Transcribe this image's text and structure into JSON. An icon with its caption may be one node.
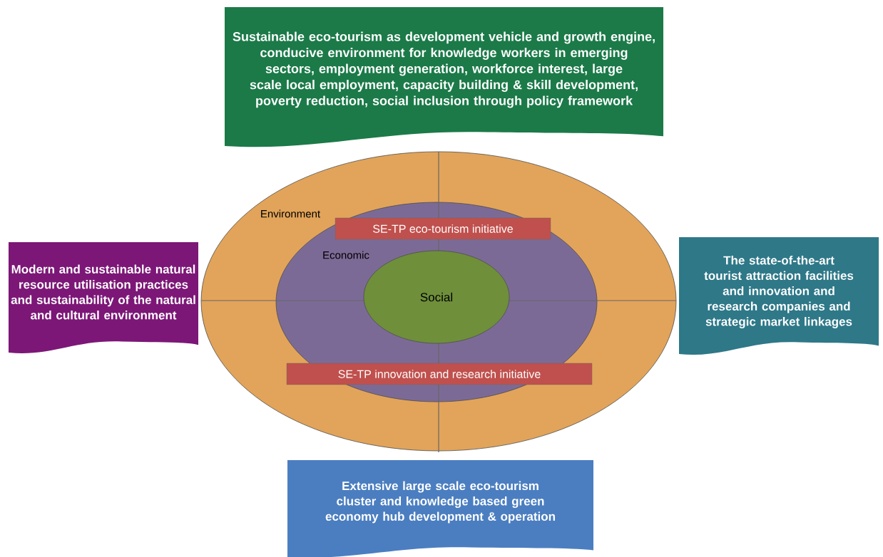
{
  "diagram": {
    "nodes": [
      {
        "text": [
          "Sustainable eco-tourism as development vehicle and growth engine, conducive environment for knowledge workers in emerging sectors, employment generation, workforce interest, large scale local employment, capacity building & skill development, poverty reduction, social inclusion through policy framework"
        ]
      },
      {
        "text": [
          "Modern and sustainable natural resource utilisation practices and sustainability of the natural and cultural environment"
        ]
      },
      {
        "text": [
          "The state-of-the-art tourist attraction facilities and innovation  and research companies and strategic market linkages"
        ]
      },
      {
        "text": [
          "Extensive large scale eco-tourism cluster and knowledge based green economy hub  development & operation"
        ]
      },
      {
        "text": [
          "Environment"
        ]
      },
      {
        "text": [
          "Economic"
        ],
        "in": 4
      },
      {
        "text": [
          "Social"
        ],
        "in": 5
      },
      {
        "text": [
          "SE-TP eco-tourism initiative"
        ],
        "in": 5
      },
      {
        "text": [
          "SE-TP innovation and research initiative"
        ],
        "in": 5
      }
    ]
  }
}
